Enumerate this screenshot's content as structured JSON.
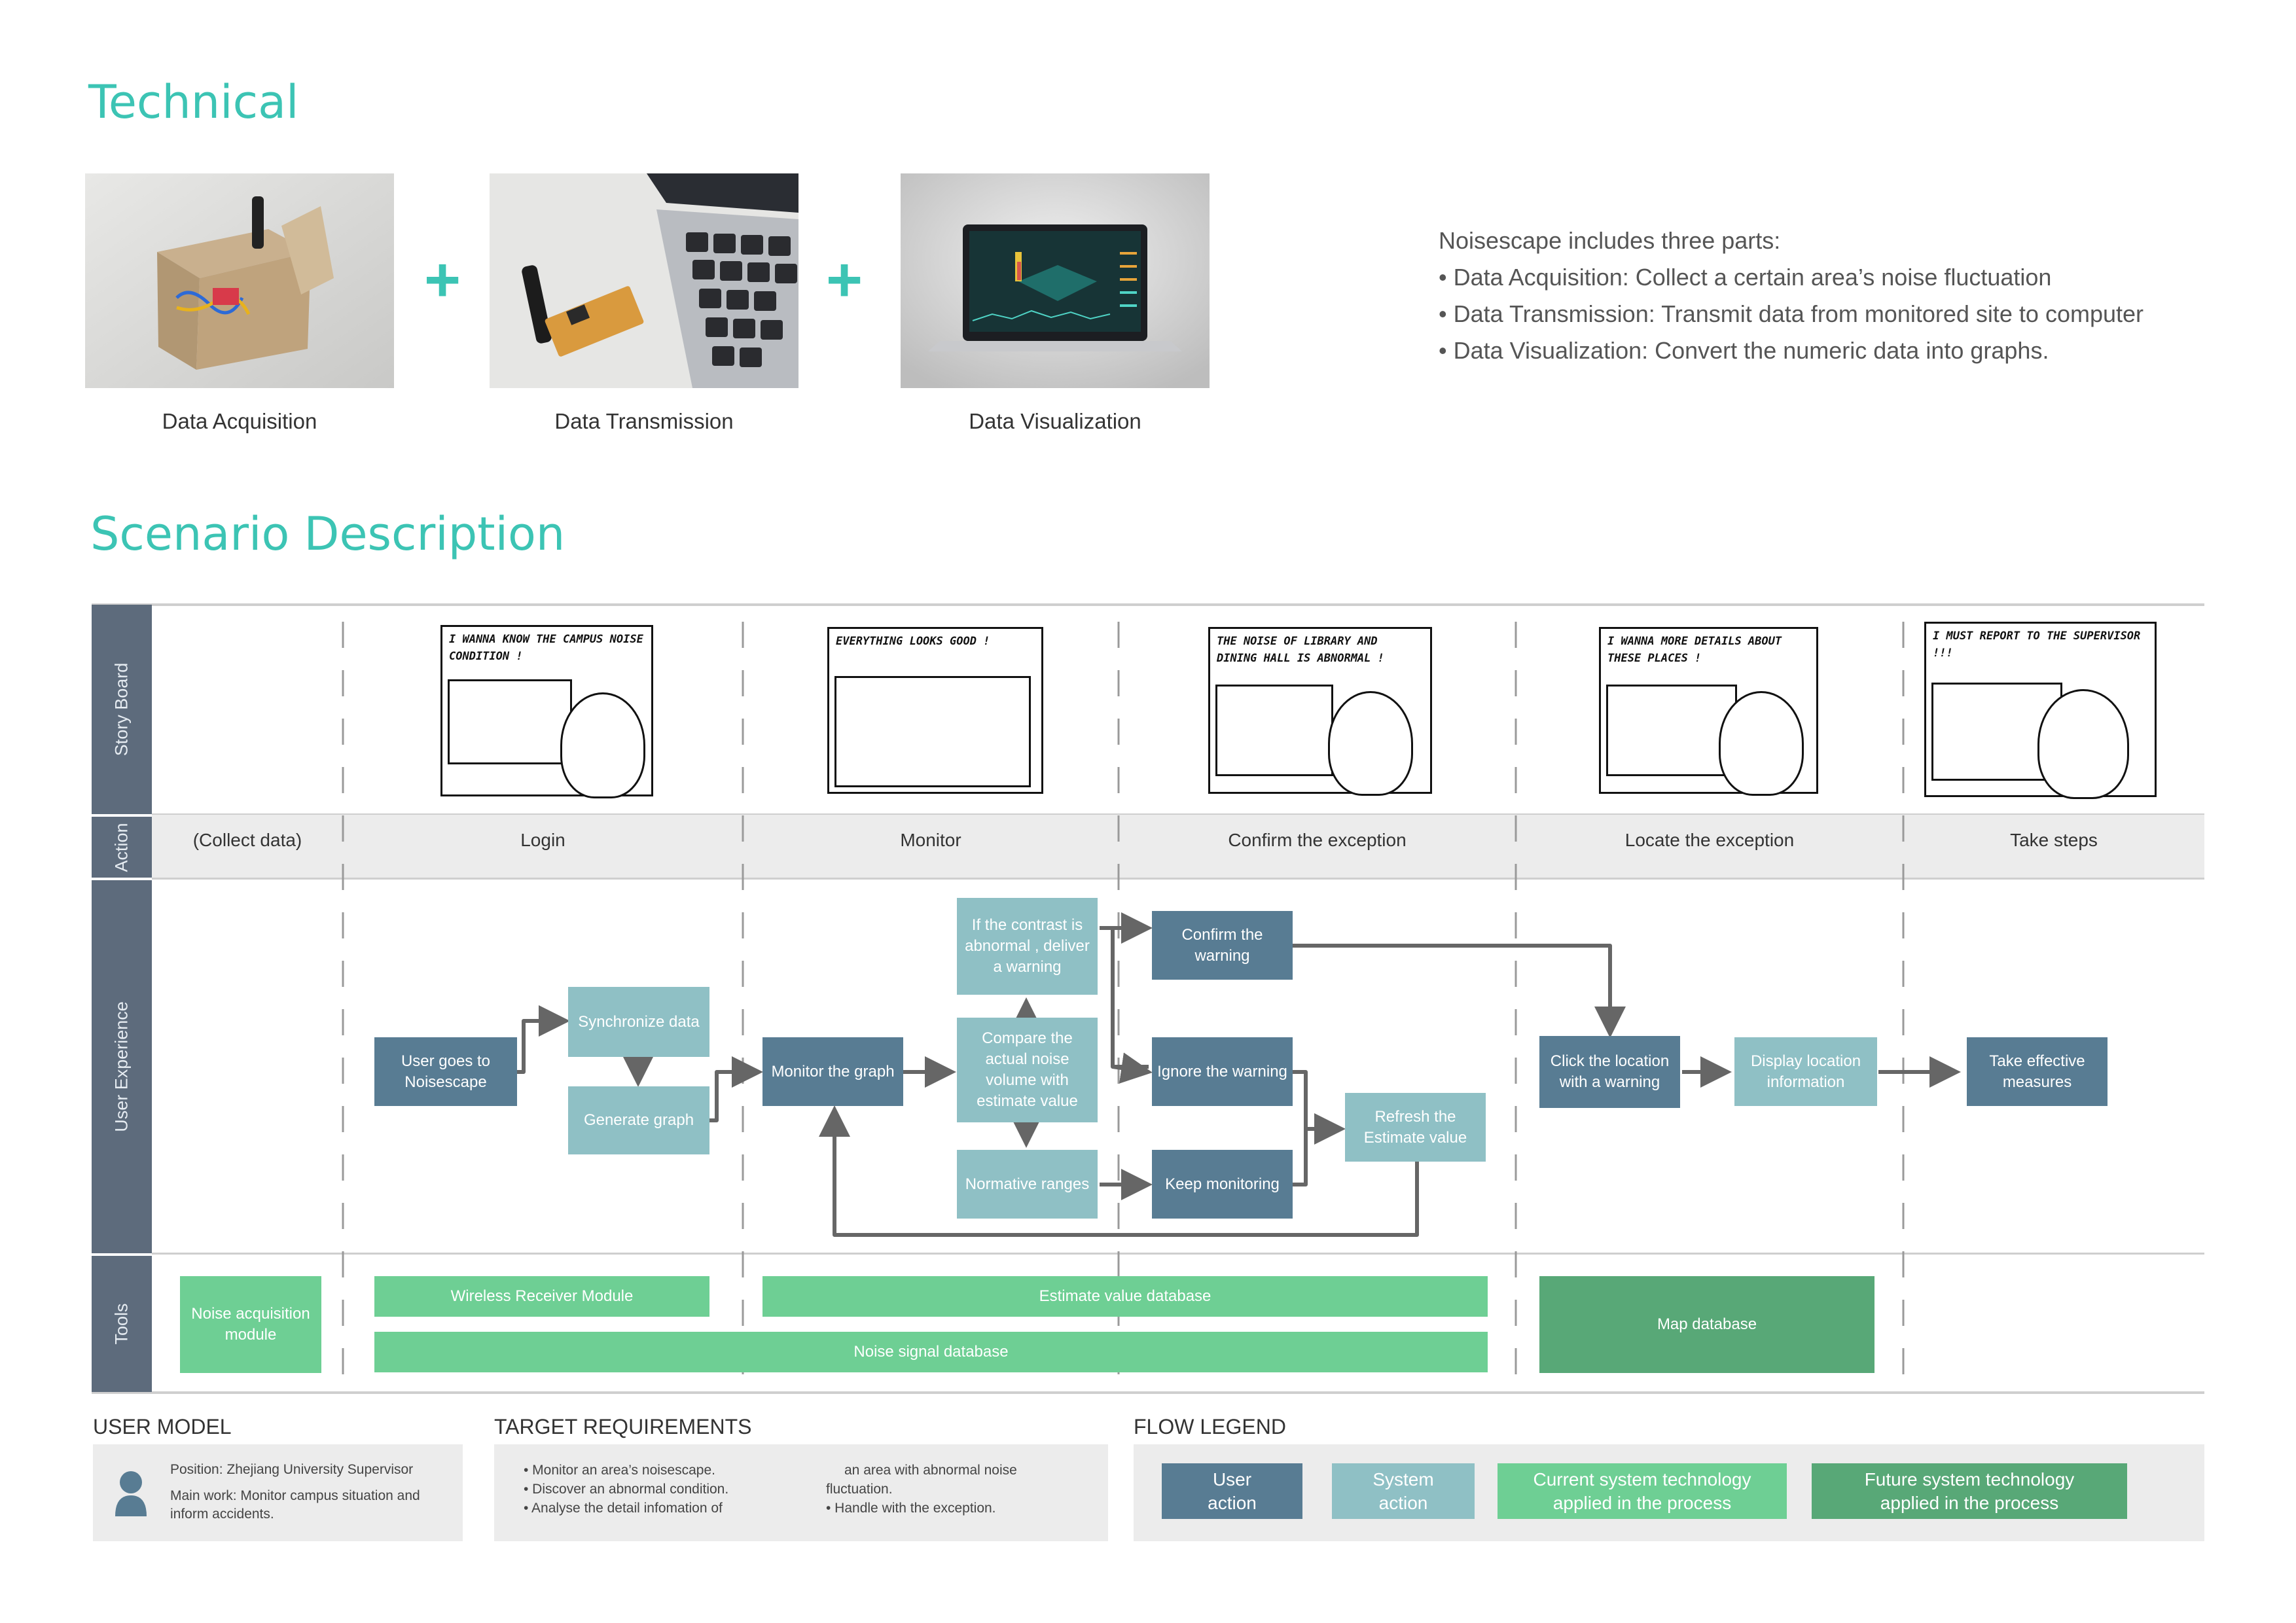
{
  "technical": {
    "title": "Technical",
    "items": [
      {
        "label": "Data Acquisition"
      },
      {
        "label": "Data Transmission"
      },
      {
        "label": "Data Visualization"
      }
    ],
    "plus": "+",
    "intro": {
      "lead": "Noisescape includes three parts:",
      "bullets": [
        "• Data Acquisition: Collect a certain area’s noise fluctuation",
        "• Data Transmission: Transmit data from monitored site to computer",
        "• Data Visualization: Convert the numeric data into graphs."
      ]
    }
  },
  "scenario": {
    "title": "Scenario Description",
    "lanes": {
      "storyboard": "Story Board",
      "action": "Action",
      "ux": "User Experience",
      "tools": "Tools"
    },
    "storyboard": [
      "I wanna know the campus noise condition !",
      "Everything looks good !",
      "The noise of library and dining hall is abnormal !",
      "I wanna more details about these places !",
      "I must report to the supervisor !!!"
    ],
    "actions": [
      "(Collect data)",
      "Login",
      "Monitor",
      "Confirm the exception",
      "Locate the exception",
      "Take steps"
    ],
    "ux": {
      "user_goes": "User goes to Noisescape",
      "sync": "Synchronize data",
      "gen_graph": "Generate graph",
      "monitor_graph": "Monitor the graph",
      "deliver": "If the contrast is abnormal , deliver a warning",
      "compare": "Compare the actual noise volume with estimate value",
      "normative": "Normative ranges",
      "confirm": "Confirm the warning",
      "ignore": "Ignore the warning",
      "keep": "Keep monitoring",
      "refresh": "Refresh the Estimate value",
      "click": "Click the location with a warning",
      "display": "Display location information",
      "take": "Take effective measures"
    },
    "tools": {
      "noise_module": "Noise acquisition module",
      "wireless": "Wireless Receiver Module",
      "estimate_db": "Estimate value database",
      "signal_db": "Noise signal database",
      "map_db": "Map database"
    }
  },
  "user_model": {
    "heading": "USER MODEL",
    "position": "Position: Zhejiang University Supervisor",
    "work": "Main work: Monitor campus situation and inform accidents."
  },
  "target": {
    "heading": "TARGET REQUIREMENTS",
    "col1": [
      "• Monitor an area’s noisescape.",
      "• Discover an abnormal condition.",
      "• Analyse the detail infomation of"
    ],
    "col2": [
      "an area with abnormal noise",
      "fluctuation.",
      "• Handle with the exception."
    ]
  },
  "legend": {
    "heading": "FLOW LEGEND",
    "items": [
      "User action",
      "System action",
      "Current system technology applied in the process",
      "Future system technology applied in the process"
    ]
  },
  "colors": {
    "accent": "#3cc4b4",
    "user_action": "#587c93",
    "system_action": "#8fc0c5",
    "current_tech": "#6ecf94",
    "future_tech": "#58a877",
    "lane_label": "#5d6b7c"
  }
}
